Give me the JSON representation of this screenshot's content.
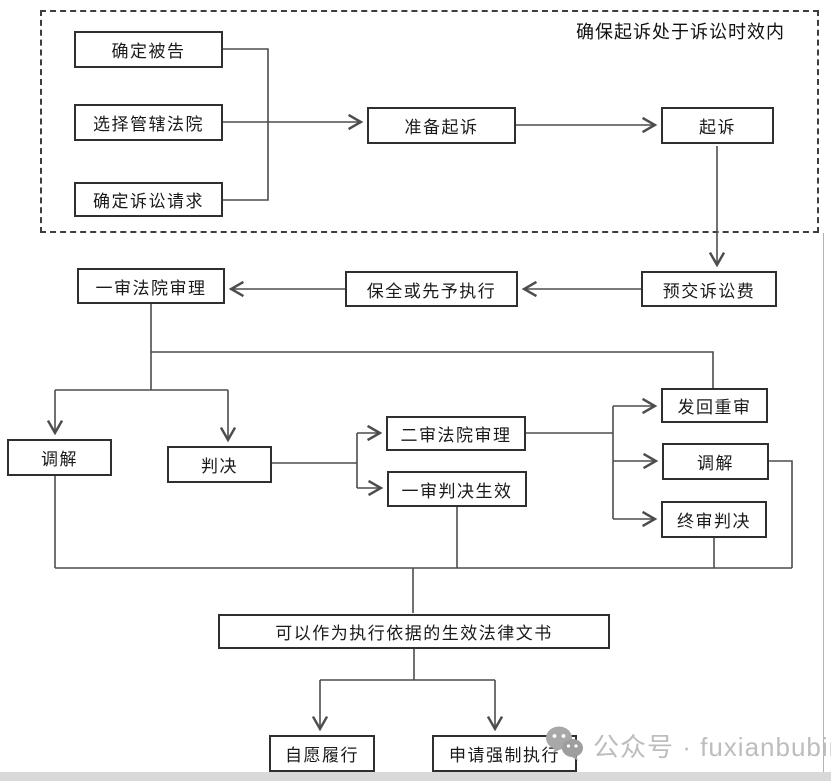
{
  "note": "确保起诉处于诉讼时效内",
  "nodes": {
    "determine_defendant": "确定被告",
    "choose_court": "选择管辖法院",
    "determine_claims": "确定诉讼请求",
    "prepare_lawsuit": "准备起诉",
    "file_lawsuit": "起诉",
    "prepay_fee": "预交诉讼费",
    "preservation": "保全或先予执行",
    "first_instance_trial": "一审法院审理",
    "mediation_first": "调解",
    "judgment": "判决",
    "second_instance_trial": "二审法院审理",
    "first_judgment_effective": "一审判决生效",
    "remand_retrial": "发回重审",
    "mediation_second": "调解",
    "final_judgment": "终审判决",
    "enforceable_documents": "可以作为执行依据的生效法律文书",
    "voluntary_performance": "自愿履行",
    "apply_enforcement": "申请强制执行"
  },
  "edges": [
    "确定被告/选择管辖法院/确定诉讼请求 → 准备起诉",
    "准备起诉 → 起诉",
    "起诉 → 预交诉讼费",
    "预交诉讼费 → 保全或先予执行",
    "保全或先予执行 → 一审法院审理",
    "一审法院审理 → 调解 / 判决 / 发回重审",
    "判决 → 二审法院审理 / 一审判决生效",
    "二审法院审理 → 发回重审 / 调解 / 终审判决",
    "调解 / 一审判决生效 / 终审判决 / 调解 → 可以作为执行依据的生效法律文书",
    "可以作为执行依据的生效法律文书 → 自愿履行 / 申请强制执行"
  ],
  "watermark": {
    "label": "公众号 · fuxianbubin",
    "icon": "wechat-icon"
  },
  "colors": {
    "line": "#4d4d4d",
    "box_border": "#2f2f2f",
    "background": "#ffffff",
    "bottom_bar": "#d9d9d9",
    "watermark_text": "#bdbdbd"
  }
}
